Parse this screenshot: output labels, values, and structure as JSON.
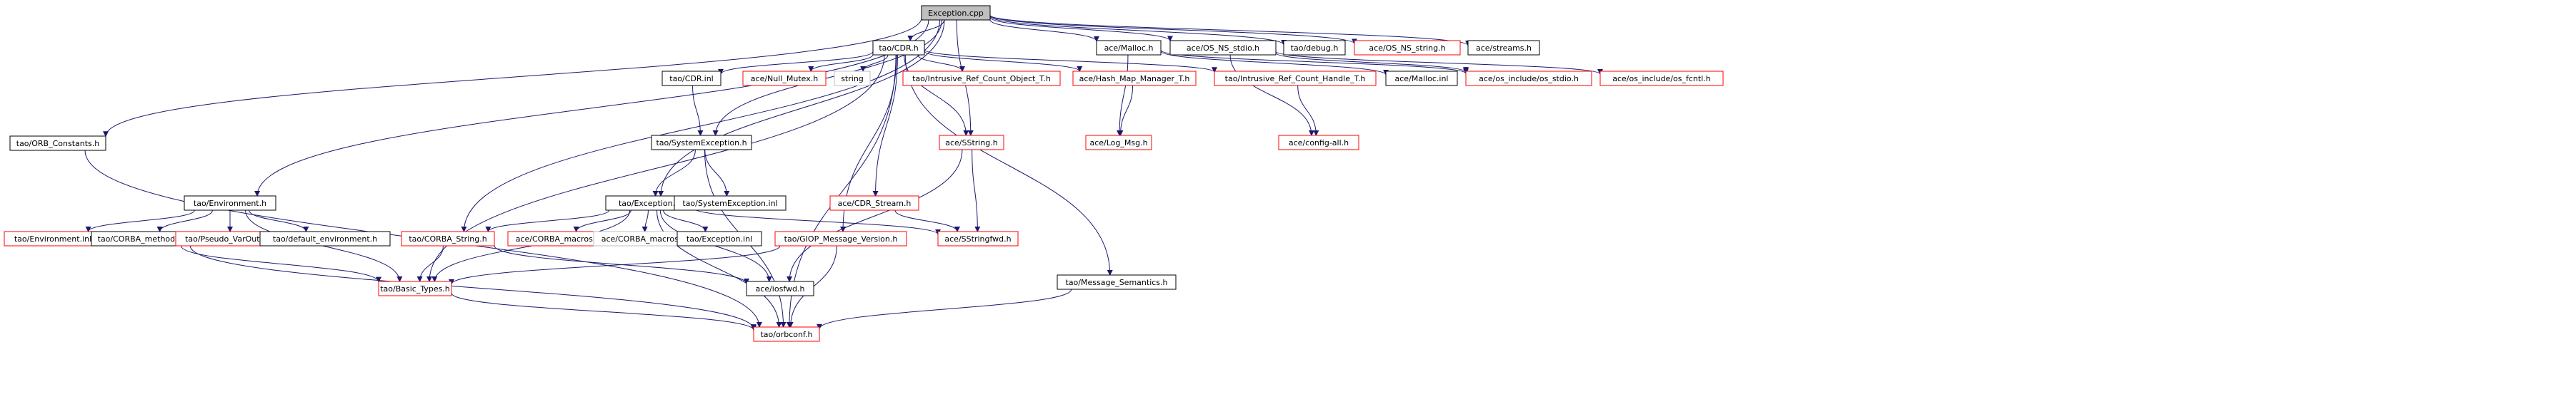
{
  "colors": {
    "edge": "#191970",
    "root_fill": "#bfbfbf",
    "node_border_found": "#000000",
    "node_border_missing": "#ff0000",
    "node_border_external": "#bfbfbf"
  },
  "nodes": [
    {
      "id": "exception_cpp",
      "label": "Exception.cpp",
      "status": "root"
    },
    {
      "id": "cdr_h",
      "label": "tao/CDR.h",
      "status": "found"
    },
    {
      "id": "ace_malloc_h",
      "label": "ace/Malloc.h",
      "status": "found"
    },
    {
      "id": "ace_os_ns_stdio_h",
      "label": "ace/OS_NS_stdio.h",
      "status": "found"
    },
    {
      "id": "tao_debug_h",
      "label": "tao/debug.h",
      "status": "found"
    },
    {
      "id": "ace_os_ns_string_h",
      "label": "ace/OS_NS_string.h",
      "status": "missing"
    },
    {
      "id": "ace_streams_h",
      "label": "ace/streams.h",
      "status": "found"
    },
    {
      "id": "orb_constants_h",
      "label": "tao/ORB_Constants.h",
      "status": "found"
    },
    {
      "id": "cdr_inl",
      "label": "tao/CDR.inl",
      "status": "found"
    },
    {
      "id": "null_mutex_h",
      "label": "ace/Null_Mutex.h",
      "status": "missing"
    },
    {
      "id": "string_ext",
      "label": "string",
      "status": "external"
    },
    {
      "id": "intrusive_ref_count_object_t_h",
      "label": "tao/Intrusive_Ref_Count_Object_T.h",
      "status": "missing"
    },
    {
      "id": "hash_map_manager_t_h",
      "label": "ace/Hash_Map_Manager_T.h",
      "status": "missing"
    },
    {
      "id": "intrusive_ref_count_handle_t_h",
      "label": "tao/Intrusive_Ref_Count_Handle_T.h",
      "status": "missing"
    },
    {
      "id": "ace_malloc_inl",
      "label": "ace/Malloc.inl",
      "status": "found"
    },
    {
      "id": "os_include_os_stdio_h",
      "label": "ace/os_include/os_stdio.h",
      "status": "missing"
    },
    {
      "id": "os_include_os_fcntl_h",
      "label": "ace/os_include/os_fcntl.h",
      "status": "missing"
    },
    {
      "id": "system_exception_h",
      "label": "tao/SystemException.h",
      "status": "found"
    },
    {
      "id": "sstring_h",
      "label": "ace/SString.h",
      "status": "missing"
    },
    {
      "id": "log_msg_h",
      "label": "ace/Log_Msg.h",
      "status": "missing"
    },
    {
      "id": "config_all_h",
      "label": "ace/config-all.h",
      "status": "missing"
    },
    {
      "id": "environment_h",
      "label": "tao/Environment.h",
      "status": "found"
    },
    {
      "id": "exception_h",
      "label": "tao/Exception.h",
      "status": "found"
    },
    {
      "id": "system_exception_inl",
      "label": "tao/SystemException.inl",
      "status": "found"
    },
    {
      "id": "cdr_stream_h",
      "label": "ace/CDR_Stream.h",
      "status": "missing"
    },
    {
      "id": "environment_inl",
      "label": "tao/Environment.inl",
      "status": "missing"
    },
    {
      "id": "corba_methods_h",
      "label": "tao/CORBA_methods.h",
      "status": "found"
    },
    {
      "id": "pseudo_varout_t_h",
      "label": "tao/Pseudo_VarOut_T.h",
      "status": "missing"
    },
    {
      "id": "default_environment_h",
      "label": "tao/default_environment.h",
      "status": "found"
    },
    {
      "id": "corba_string_h",
      "label": "tao/CORBA_String.h",
      "status": "missing"
    },
    {
      "id": "ace_corba_macros_h",
      "label": "ace/CORBA_macros.h",
      "status": "missing"
    },
    {
      "id": "ace_corba_macros_h_ext",
      "label": "ace/CORBA_macros.h",
      "status": "external"
    },
    {
      "id": "tao_exception_inl",
      "label": "tao/Exception.inl",
      "status": "found"
    },
    {
      "id": "giop_message_version_h",
      "label": "tao/GIOP_Message_Version.h",
      "status": "missing"
    },
    {
      "id": "sstringfwd_h",
      "label": "ace/SStringfwd.h",
      "status": "missing"
    },
    {
      "id": "message_semantics_h",
      "label": "tao/Message_Semantics.h",
      "status": "found"
    },
    {
      "id": "basic_types_h",
      "label": "tao/Basic_Types.h",
      "status": "missing"
    },
    {
      "id": "iosfwd_h",
      "label": "ace/iosfwd.h",
      "status": "found"
    },
    {
      "id": "orbconf_h",
      "label": "tao/orbconf.h",
      "status": "missing"
    }
  ],
  "edges": [
    [
      "exception_cpp",
      "cdr_h"
    ],
    [
      "exception_cpp",
      "ace_malloc_h"
    ],
    [
      "exception_cpp",
      "ace_os_ns_stdio_h"
    ],
    [
      "exception_cpp",
      "tao_debug_h"
    ],
    [
      "exception_cpp",
      "ace_os_ns_string_h"
    ],
    [
      "exception_cpp",
      "ace_streams_h"
    ],
    [
      "exception_cpp",
      "orb_constants_h"
    ],
    [
      "exception_cpp",
      "environment_h"
    ],
    [
      "exception_cpp",
      "system_exception_h"
    ],
    [
      "exception_cpp",
      "exception_h"
    ],
    [
      "exception_cpp",
      "sstring_h"
    ],
    [
      "exception_cpp",
      "corba_string_h"
    ],
    [
      "cdr_h",
      "cdr_inl"
    ],
    [
      "cdr_h",
      "null_mutex_h"
    ],
    [
      "cdr_h",
      "string_ext"
    ],
    [
      "cdr_h",
      "intrusive_ref_count_object_t_h"
    ],
    [
      "cdr_h",
      "hash_map_manager_t_h"
    ],
    [
      "cdr_h",
      "intrusive_ref_count_handle_t_h"
    ],
    [
      "cdr_h",
      "sstring_h"
    ],
    [
      "cdr_h",
      "cdr_stream_h"
    ],
    [
      "cdr_h",
      "giop_message_version_h"
    ],
    [
      "cdr_h",
      "message_semantics_h"
    ],
    [
      "cdr_h",
      "basic_types_h"
    ],
    [
      "cdr_h",
      "orbconf_h"
    ],
    [
      "cdr_inl",
      "system_exception_h"
    ],
    [
      "ace_malloc_h",
      "ace_malloc_inl"
    ],
    [
      "ace_malloc_h",
      "log_msg_h"
    ],
    [
      "ace_malloc_h",
      "os_include_os_stdio_h"
    ],
    [
      "ace_os_ns_stdio_h",
      "os_include_os_stdio_h"
    ],
    [
      "ace_os_ns_stdio_h",
      "os_include_os_fcntl_h"
    ],
    [
      "ace_os_ns_stdio_h",
      "config_all_h"
    ],
    [
      "hash_map_manager_t_h",
      "log_msg_h"
    ],
    [
      "intrusive_ref_count_handle_t_h",
      "config_all_h"
    ],
    [
      "system_exception_h",
      "exception_h"
    ],
    [
      "system_exception_h",
      "system_exception_inl"
    ],
    [
      "system_exception_h",
      "orbconf_h"
    ],
    [
      "sstring_h",
      "sstringfwd_h"
    ],
    [
      "sstring_h",
      "iosfwd_h"
    ],
    [
      "cdr_stream_h",
      "sstringfwd_h"
    ],
    [
      "orb_constants_h",
      "orbconf_h"
    ],
    [
      "environment_h",
      "environment_inl"
    ],
    [
      "environment_h",
      "corba_methods_h"
    ],
    [
      "environment_h",
      "pseudo_varout_t_h"
    ],
    [
      "environment_h",
      "default_environment_h"
    ],
    [
      "environment_h",
      "basic_types_h"
    ],
    [
      "corba_methods_h",
      "basic_types_h"
    ],
    [
      "corba_methods_h",
      "orbconf_h"
    ],
    [
      "exception_h",
      "corba_string_h"
    ],
    [
      "exception_h",
      "ace_corba_macros_h"
    ],
    [
      "exception_h",
      "ace_corba_macros_h_ext"
    ],
    [
      "exception_h",
      "tao_exception_inl"
    ],
    [
      "exception_h",
      "sstringfwd_h"
    ],
    [
      "exception_h",
      "basic_types_h"
    ],
    [
      "exception_h",
      "iosfwd_h"
    ],
    [
      "exception_h",
      "orbconf_h"
    ],
    [
      "corba_string_h",
      "basic_types_h"
    ],
    [
      "corba_string_h",
      "iosfwd_h"
    ],
    [
      "giop_message_version_h",
      "basic_types_h"
    ],
    [
      "giop_message_version_h",
      "orbconf_h"
    ],
    [
      "message_semantics_h",
      "orbconf_h"
    ],
    [
      "basic_types_h",
      "orbconf_h"
    ]
  ]
}
